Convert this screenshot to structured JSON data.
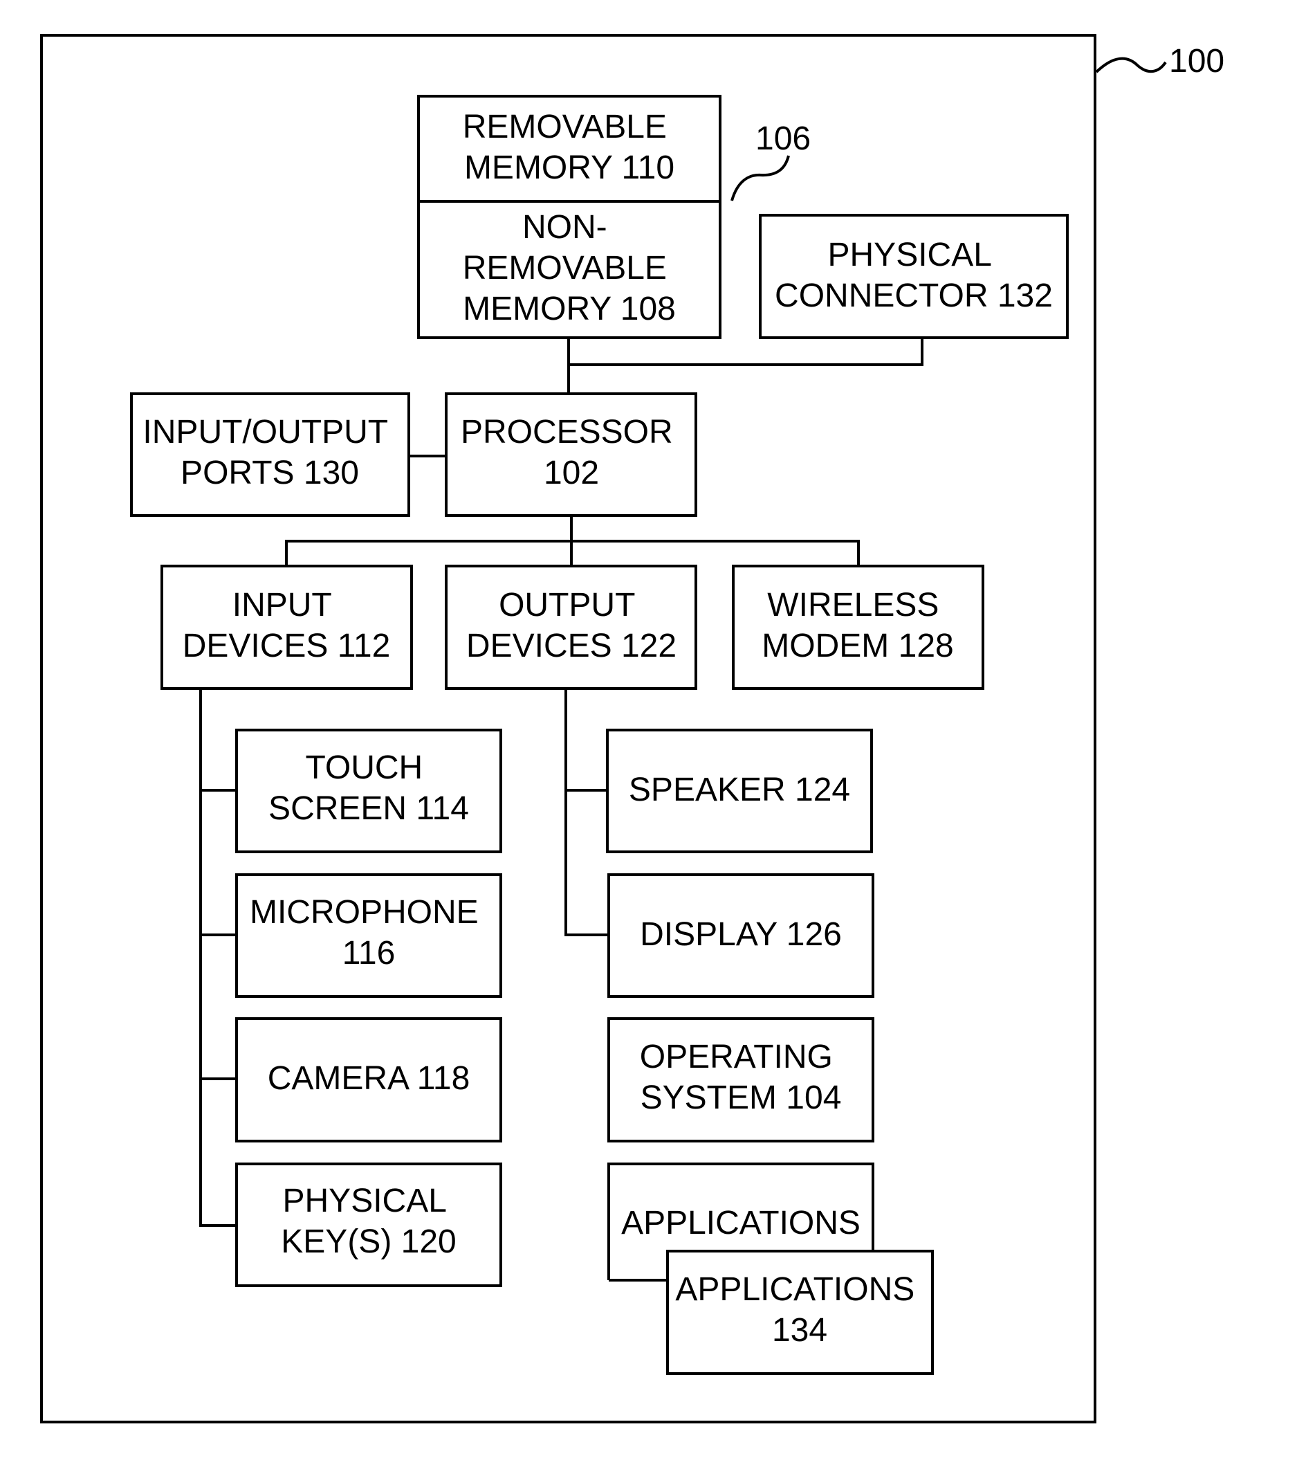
{
  "figure": {
    "ref_device": "100",
    "ref_memory_group": "106"
  },
  "blocks": {
    "removable_memory": [
      "REMOVABLE",
      "MEMORY 110"
    ],
    "non_removable_memory": [
      "NON-",
      "REMOVABLE",
      "MEMORY 108"
    ],
    "physical_connector": [
      "PHYSICAL",
      "CONNECTOR 132"
    ],
    "io_ports": [
      "INPUT/OUTPUT",
      "PORTS 130"
    ],
    "processor": [
      "PROCESSOR",
      "102"
    ],
    "input_devices": [
      "INPUT",
      "DEVICES 112"
    ],
    "output_devices": [
      "OUTPUT",
      "DEVICES 122"
    ],
    "wireless_modem": [
      "WIRELESS",
      "MODEM 128"
    ],
    "touch_screen": [
      "TOUCH",
      "SCREEN 114"
    ],
    "microphone": [
      "MICROPHONE",
      "116"
    ],
    "camera": [
      "CAMERA 118"
    ],
    "physical_keys": [
      "PHYSICAL",
      "KEY(S) 120"
    ],
    "speaker": [
      "SPEAKER 124"
    ],
    "display": [
      "DISPLAY 126"
    ],
    "operating_system": [
      "OPERATING",
      "SYSTEM 104"
    ],
    "applications": [
      "APPLICATIONS"
    ],
    "applications_134": [
      "APPLICATIONS",
      "134"
    ]
  }
}
